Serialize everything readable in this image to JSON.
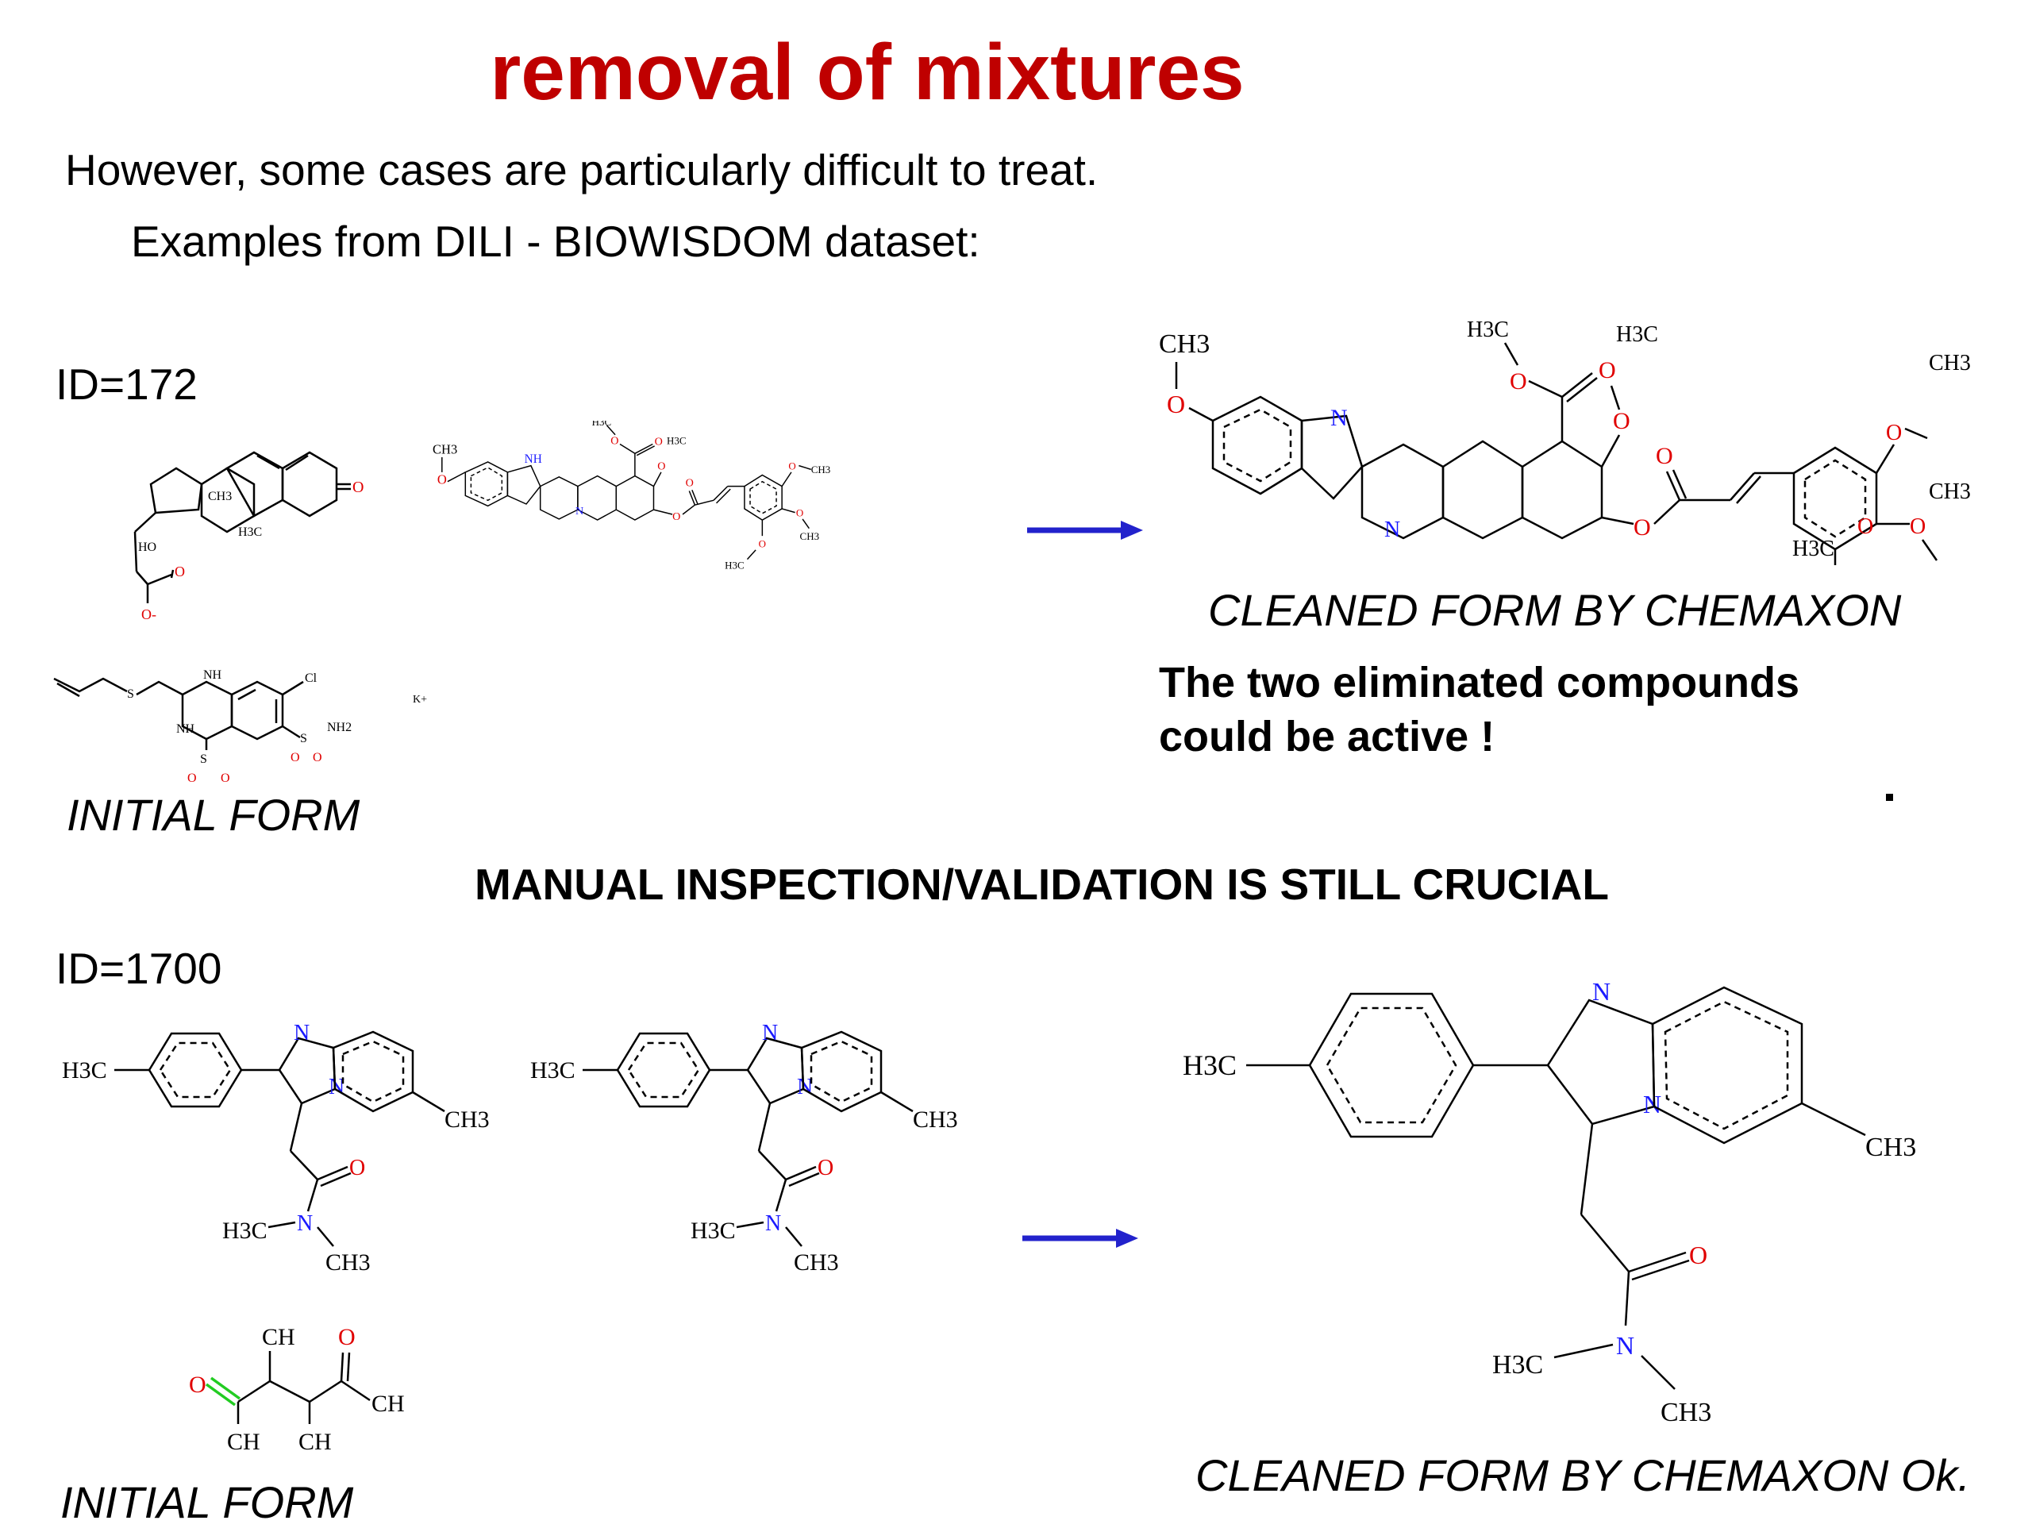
{
  "slide": {
    "title": "removal of mixtures",
    "intro_line1": "However, some cases are particularly difficult to treat.",
    "intro_line2": "Examples from DILI - BIOWISDOM dataset:",
    "banner": "MANUAL INSPECTION/VALIDATION IS STILL CRUCIAL"
  },
  "example1": {
    "id_label": "ID=172",
    "initial_caption": "INITIAL FORM",
    "cleaned_caption": "CLEANED FORM BY CHEMAXON",
    "note_line1": "The two eliminated compounds",
    "note_line2": "could be active !",
    "arrow_color": "#2222cc"
  },
  "example2": {
    "id_label": "ID=1700",
    "initial_caption": "INITIAL FORM",
    "cleaned_caption": "CLEANED FORM BY CHEMAXON  Ok.",
    "arrow_color": "#2222cc"
  },
  "atom_colors": {
    "oxygen": "#e00000",
    "nitrogen": "#1a1aff",
    "highlight_bond": "#22cc22"
  }
}
